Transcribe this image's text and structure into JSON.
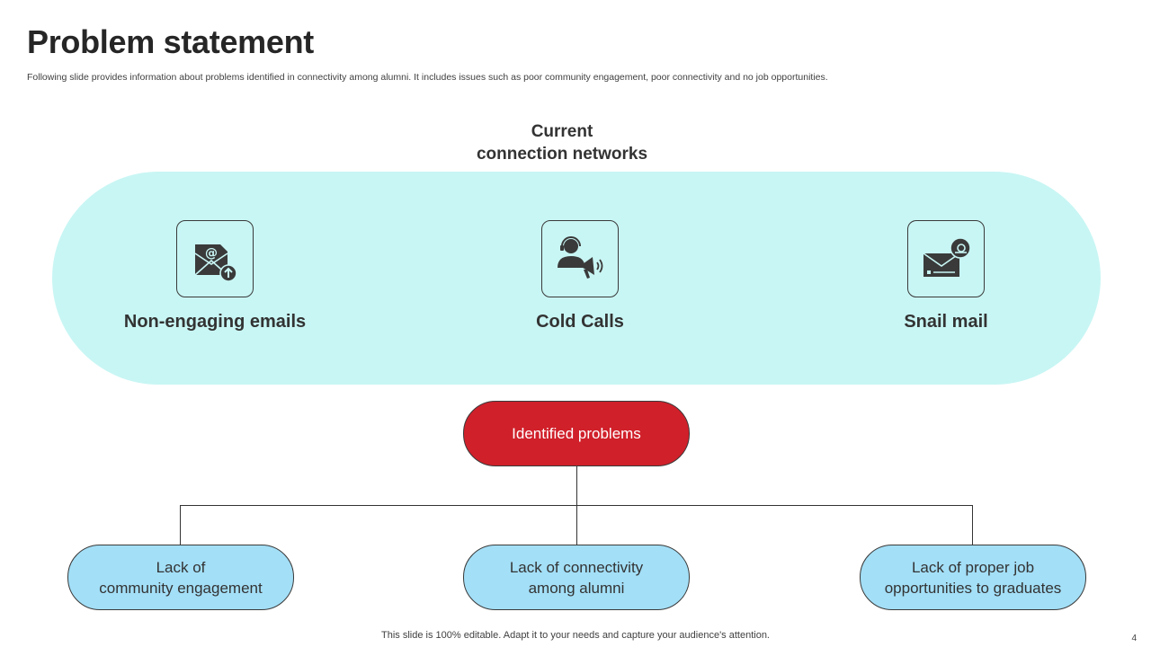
{
  "slide": {
    "title": "Problem statement",
    "subtitle": "Following slide provides information about problems identified in connectivity among alumni. It includes issues such as poor community engagement, poor connectivity and no job opportunities.",
    "footer": "This slide is 100% editable. Adapt it to your needs and capture your audience's attention.",
    "page_number": "4"
  },
  "networks": {
    "heading_line1": "Current",
    "heading_line2": "connection networks",
    "items": [
      {
        "label": "Non-engaging emails",
        "icon": "email-upload-icon"
      },
      {
        "label": "Cold Calls",
        "icon": "telemarketing-megaphone-icon"
      },
      {
        "label": "Snail mail",
        "icon": "envelope-snail-icon"
      }
    ]
  },
  "problems": {
    "label": "Identified problems",
    "issues": [
      {
        "line1": "Lack of",
        "line2": "community engagement"
      },
      {
        "line1": "Lack of connectivity",
        "line2": "among alumni"
      },
      {
        "line1": "Lack of proper job",
        "line2": "opportunities to graduates"
      }
    ]
  },
  "colors": {
    "band": "#c8f6f4",
    "problems_node": "#d0202a",
    "issue_node": "#a3dff7",
    "text": "#333333"
  }
}
